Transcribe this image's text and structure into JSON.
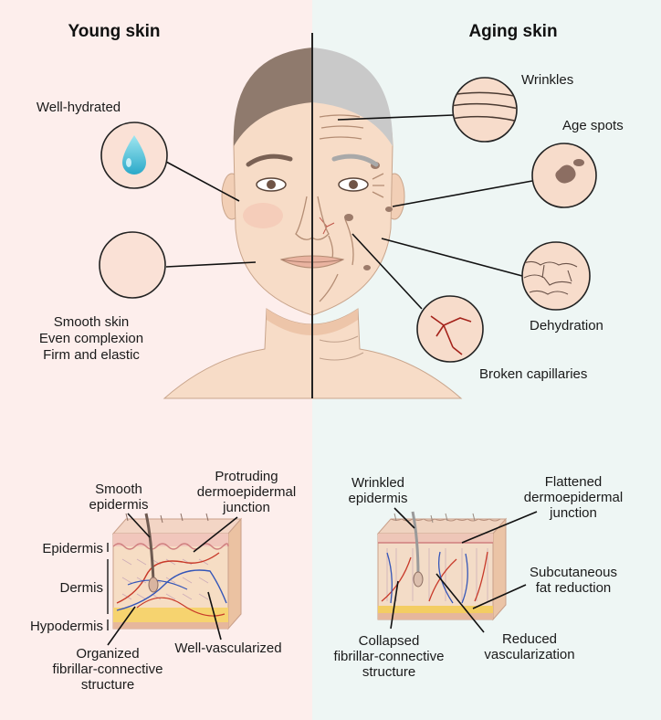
{
  "young": {
    "title": "Young skin",
    "hydrated": "Well-hydrated",
    "smooth_lines": [
      "Smooth skin",
      "Even complexion",
      "Firm and elastic"
    ],
    "smooth_epidermis": [
      "Smooth",
      "epidermis"
    ],
    "protruding_junction": [
      "Protruding",
      "dermoepidermal",
      "junction"
    ],
    "layer_epidermis": "Epidermis",
    "layer_dermis": "Dermis",
    "layer_hypodermis": "Hypodermis",
    "organized_structure": [
      "Organized",
      "fibrillar-connective",
      "structure"
    ],
    "well_vascularized": "Well-vascularized"
  },
  "aging": {
    "title": "Aging skin",
    "wrinkles": "Wrinkles",
    "age_spots": "Age spots",
    "dehydration": "Dehydration",
    "broken_capillaries": "Broken capillaries",
    "wrinkled_epidermis": [
      "Wrinkled",
      "epidermis"
    ],
    "flattened_junction": [
      "Flattened",
      "dermoepidermal",
      "junction"
    ],
    "subcutaneous_fat": [
      "Subcutaneous",
      "fat reduction"
    ],
    "collapsed_structure": [
      "Collapsed",
      "fibrillar-connective",
      "structure"
    ],
    "reduced_vascularization": [
      "Reduced",
      "vascularization"
    ]
  },
  "colors": {
    "young_bg": "#fdeeec",
    "aging_bg": "#eef6f4",
    "skin": "#f7dcc7",
    "skin_shadow": "#edc5a9",
    "hair_young": "#8f7a6d",
    "hair_aging": "#c9c9c9",
    "vessel_red": "#c83a2a",
    "vessel_blue": "#3556b8",
    "fat_yellow": "#f3cd62"
  },
  "icons": [
    "water-drop-icon",
    "hair-strand-icon"
  ]
}
